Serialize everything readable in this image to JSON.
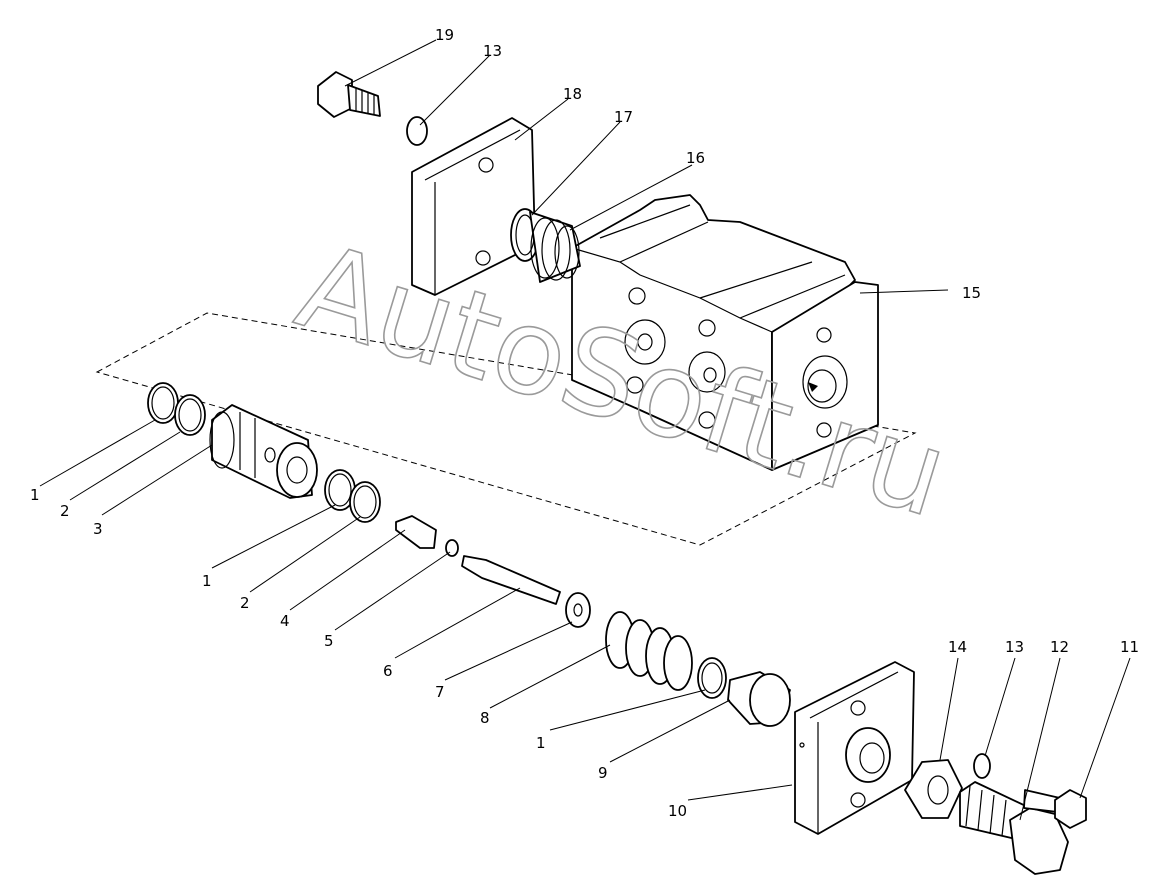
{
  "watermark": "AutoSoft.ru",
  "callouts": [
    {
      "id": "c19",
      "text": "19"
    },
    {
      "id": "c13a",
      "text": "13"
    },
    {
      "id": "c18",
      "text": "18"
    },
    {
      "id": "c17",
      "text": "17"
    },
    {
      "id": "c16",
      "text": "16"
    },
    {
      "id": "c15",
      "text": "15"
    },
    {
      "id": "c1a",
      "text": "1"
    },
    {
      "id": "c2a",
      "text": "2"
    },
    {
      "id": "c3",
      "text": "3"
    },
    {
      "id": "c1b",
      "text": "1"
    },
    {
      "id": "c2b",
      "text": "2"
    },
    {
      "id": "c4",
      "text": "4"
    },
    {
      "id": "c5",
      "text": "5"
    },
    {
      "id": "c6",
      "text": "6"
    },
    {
      "id": "c7",
      "text": "7"
    },
    {
      "id": "c8",
      "text": "8"
    },
    {
      "id": "c1c",
      "text": "1"
    },
    {
      "id": "c9",
      "text": "9"
    },
    {
      "id": "c10",
      "text": "10"
    },
    {
      "id": "c14",
      "text": "14"
    },
    {
      "id": "c13b",
      "text": "13"
    },
    {
      "id": "c12",
      "text": "12"
    },
    {
      "id": "c11",
      "text": "11"
    }
  ]
}
